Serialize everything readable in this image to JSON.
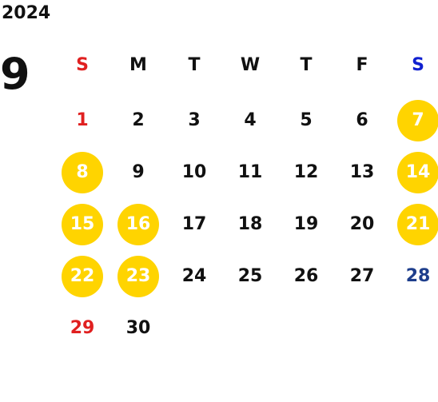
{
  "calendar": {
    "year": "2024",
    "month": "9",
    "weekdays": [
      "S",
      "M",
      "T",
      "W",
      "T",
      "F",
      "S"
    ],
    "colors": {
      "sunday": "#E02020",
      "saturday": "#1020D0",
      "holiday_blue": "#1E3E8C",
      "default": "#111111",
      "highlight": "#FFD400"
    },
    "weeks": [
      [
        {
          "day": "1",
          "tone": "sunday",
          "highlight": false
        },
        {
          "day": "2",
          "tone": "default",
          "highlight": false
        },
        {
          "day": "3",
          "tone": "default",
          "highlight": false
        },
        {
          "day": "4",
          "tone": "default",
          "highlight": false
        },
        {
          "day": "5",
          "tone": "default",
          "highlight": false
        },
        {
          "day": "6",
          "tone": "default",
          "highlight": false
        },
        {
          "day": "7",
          "tone": "default",
          "highlight": true
        }
      ],
      [
        {
          "day": "8",
          "tone": "default",
          "highlight": true
        },
        {
          "day": "9",
          "tone": "default",
          "highlight": false
        },
        {
          "day": "10",
          "tone": "default",
          "highlight": false
        },
        {
          "day": "11",
          "tone": "default",
          "highlight": false
        },
        {
          "day": "12",
          "tone": "default",
          "highlight": false
        },
        {
          "day": "13",
          "tone": "default",
          "highlight": false
        },
        {
          "day": "14",
          "tone": "default",
          "highlight": true
        }
      ],
      [
        {
          "day": "15",
          "tone": "default",
          "highlight": true
        },
        {
          "day": "16",
          "tone": "default",
          "highlight": true
        },
        {
          "day": "17",
          "tone": "default",
          "highlight": false
        },
        {
          "day": "18",
          "tone": "default",
          "highlight": false
        },
        {
          "day": "19",
          "tone": "default",
          "highlight": false
        },
        {
          "day": "20",
          "tone": "default",
          "highlight": false
        },
        {
          "day": "21",
          "tone": "default",
          "highlight": true
        }
      ],
      [
        {
          "day": "22",
          "tone": "default",
          "highlight": true
        },
        {
          "day": "23",
          "tone": "default",
          "highlight": true
        },
        {
          "day": "24",
          "tone": "default",
          "highlight": false
        },
        {
          "day": "25",
          "tone": "default",
          "highlight": false
        },
        {
          "day": "26",
          "tone": "default",
          "highlight": false
        },
        {
          "day": "27",
          "tone": "default",
          "highlight": false
        },
        {
          "day": "28",
          "tone": "holiday_blue",
          "highlight": false
        }
      ],
      [
        {
          "day": "29",
          "tone": "sunday",
          "highlight": false
        },
        {
          "day": "30",
          "tone": "default",
          "highlight": false
        }
      ]
    ]
  }
}
